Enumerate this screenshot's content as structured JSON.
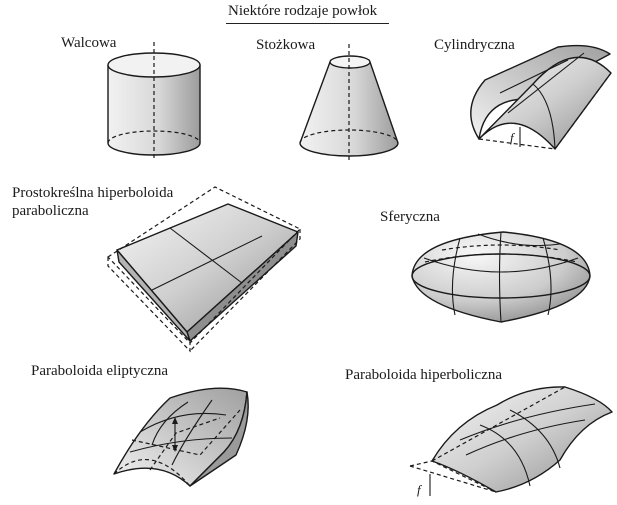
{
  "title": "Niektóre rodzaje powłok",
  "shells": [
    {
      "label": "Walcowa",
      "icon": "cylinder-shell-icon"
    },
    {
      "label": "Stożkowa",
      "icon": "cone-shell-icon"
    },
    {
      "label": "Cylindryczna",
      "icon": "cylindrical-shell-icon"
    },
    {
      "label": "Prostokreślna hiperboloida paraboliczna",
      "icon": "hyperbolic-paraboloid-icon"
    },
    {
      "label": "Sferyczna",
      "icon": "spherical-shell-icon"
    },
    {
      "label": "Paraboloida eliptyczna",
      "icon": "elliptic-paraboloid-icon"
    },
    {
      "label": "Paraboloida hiperboliczna",
      "icon": "hyperbolic-paraboloid-shell-icon"
    }
  ],
  "rise_symbol": "f",
  "colors": {
    "shade_light": "#f4f4f4",
    "shade_dark": "#9a9a9a",
    "line": "#1a1a1a"
  }
}
